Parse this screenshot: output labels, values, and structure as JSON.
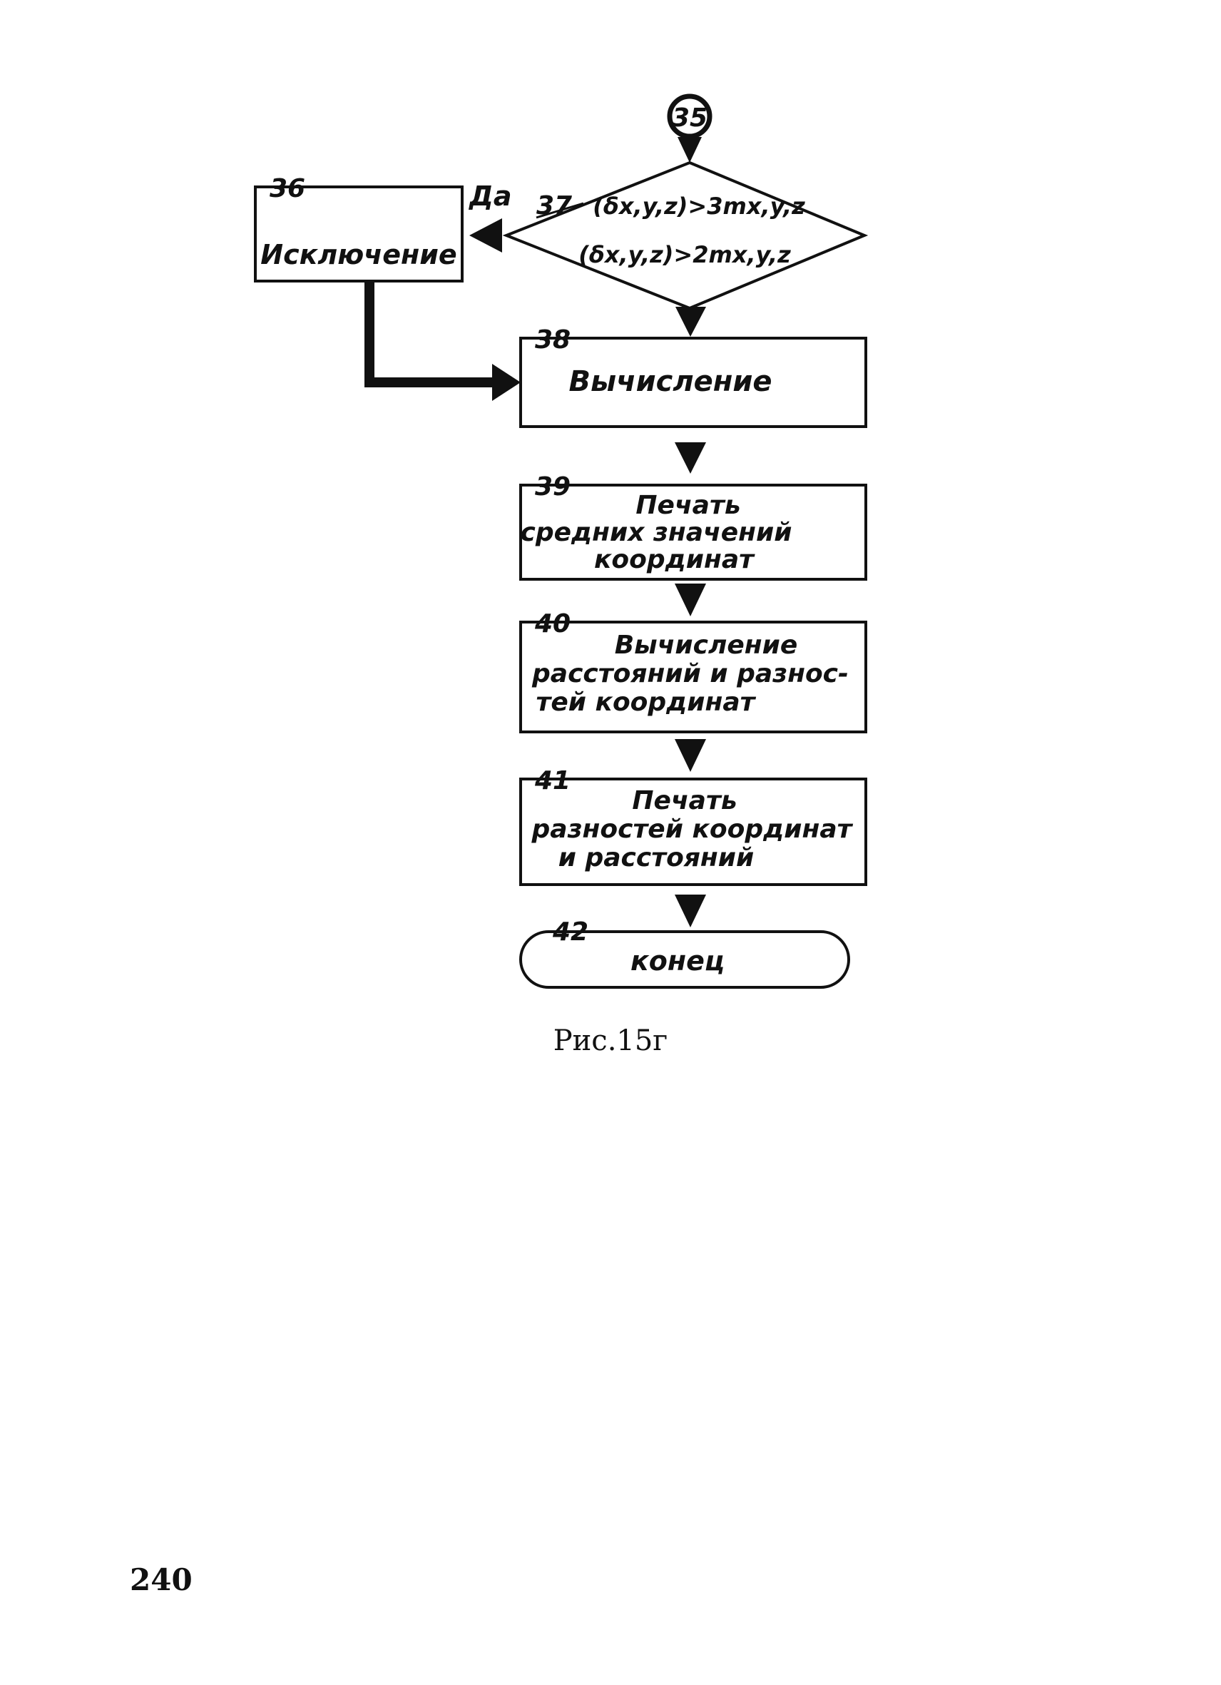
{
  "connector": {
    "label": "35"
  },
  "blocks": {
    "b36": {
      "number": "36",
      "lines": [
        "Исключение"
      ]
    },
    "b37": {
      "number": "37",
      "yes_label": "Да",
      "lines": [
        "(δx,y,z)>3mx,y,z",
        "(δx,y,z)>2mx,y,z"
      ]
    },
    "b38": {
      "number": "38",
      "lines": [
        "Вычисление"
      ]
    },
    "b39": {
      "number": "39",
      "lines": [
        "Печать",
        "средних значений",
        "координат"
      ]
    },
    "b40": {
      "number": "40",
      "lines": [
        "Вычисление",
        "расстояний и разнос-",
        "тей координат"
      ]
    },
    "b41": {
      "number": "41",
      "lines": [
        "Печать",
        "разностей координат",
        "и расстояний"
      ]
    },
    "b42": {
      "number": "42",
      "lines": [
        "конец"
      ]
    }
  },
  "caption": "Рис.15г",
  "page_number": "240",
  "colors": {
    "ink": "#111111",
    "paper": "#ffffff"
  }
}
